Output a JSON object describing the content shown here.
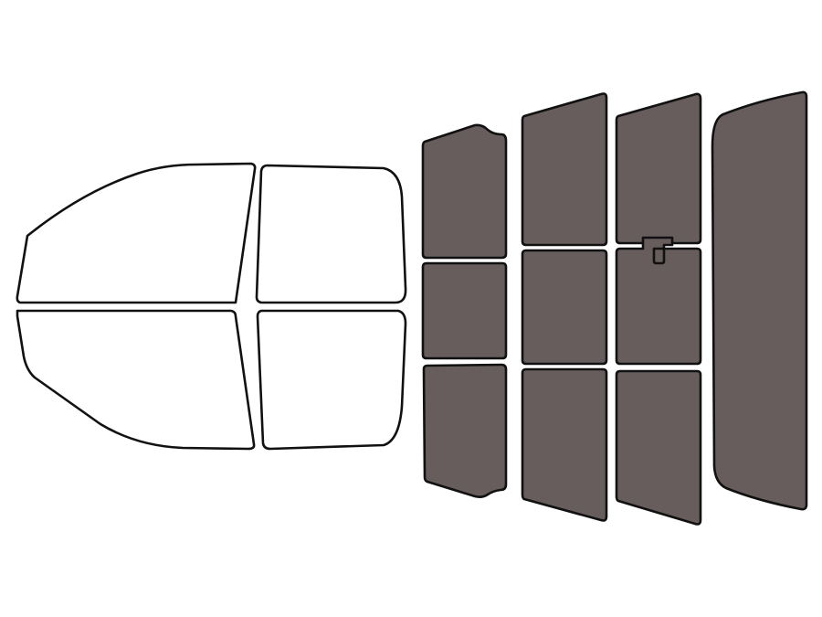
{
  "colors": {
    "background": "#ffffff",
    "outline": "#111111",
    "untinted_fill": "#ffffff",
    "tinted_fill": "#675d5d"
  },
  "panes": [
    {
      "id": "front-windshield-upper",
      "tinted": false
    },
    {
      "id": "front-windshield-lower",
      "tinted": false
    },
    {
      "id": "front-door-upper",
      "tinted": false
    },
    {
      "id": "front-door-lower",
      "tinted": false
    },
    {
      "id": "rear-door-upper",
      "tinted": true
    },
    {
      "id": "rear-door-middle",
      "tinted": true
    },
    {
      "id": "rear-door-lower",
      "tinted": true
    },
    {
      "id": "rear-quarter-1-upper",
      "tinted": true
    },
    {
      "id": "rear-quarter-1-middle",
      "tinted": true
    },
    {
      "id": "rear-quarter-1-lower",
      "tinted": true
    },
    {
      "id": "rear-quarter-2-upper",
      "tinted": true
    },
    {
      "id": "rear-quarter-2-middle",
      "tinted": true
    },
    {
      "id": "rear-quarter-2-lower",
      "tinted": true
    },
    {
      "id": "rear-windshield",
      "tinted": true
    }
  ]
}
